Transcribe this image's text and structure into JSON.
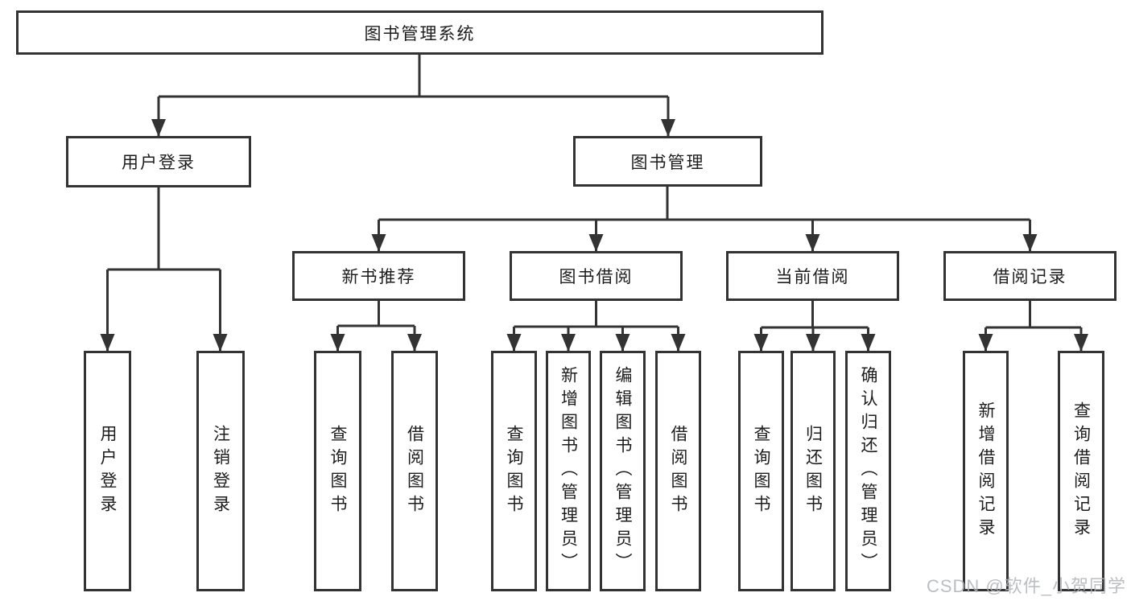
{
  "diagram": {
    "root": {
      "label": "图书管理系统"
    },
    "level2": [
      {
        "label": "用户登录",
        "parent": "图书管理系统"
      },
      {
        "label": "图书管理",
        "parent": "图书管理系统"
      }
    ],
    "level3": [
      {
        "label": "新书推荐",
        "parent": "图书管理"
      },
      {
        "label": "图书借阅",
        "parent": "图书管理"
      },
      {
        "label": "当前借阅",
        "parent": "图书管理"
      },
      {
        "label": "借阅记录",
        "parent": "图书管理"
      }
    ],
    "leaves": [
      {
        "label": "用户登录",
        "parent": "用户登录"
      },
      {
        "label": "注销登录",
        "parent": "用户登录"
      },
      {
        "label": "查询图书",
        "parent": "新书推荐"
      },
      {
        "label": "借阅图书",
        "parent": "新书推荐"
      },
      {
        "label": "查询图书",
        "parent": "图书借阅"
      },
      {
        "label": "新增图书（管理员）",
        "parent": "图书借阅"
      },
      {
        "label": "编辑图书（管理员）",
        "parent": "图书借阅"
      },
      {
        "label": "借阅图书",
        "parent": "图书借阅"
      },
      {
        "label": "查询图书",
        "parent": "当前借阅"
      },
      {
        "label": "归还图书",
        "parent": "当前借阅"
      },
      {
        "label": "确认归还（管理员）",
        "parent": "当前借阅"
      },
      {
        "label": "新增借阅记录",
        "parent": "借阅记录"
      },
      {
        "label": "查询借阅记录",
        "parent": "借阅记录"
      }
    ]
  },
  "watermark": {
    "text": "CSDN @软件_小贺同学"
  },
  "colors": {
    "line": "#333333",
    "box_border": "#333333",
    "box_fill": "#ffffff",
    "text": "#1d1d1d",
    "background": "#ffffff",
    "watermark": "#b0b3b8"
  }
}
